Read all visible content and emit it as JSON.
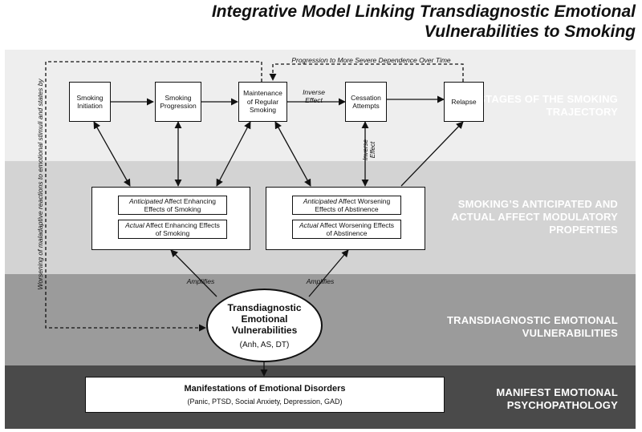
{
  "title": {
    "line1": "Integrative Model Linking Transdiagnostic Emotional",
    "line2": "Vulnerabilities to Smoking"
  },
  "bands": [
    {
      "label1": "STAGES OF THE SMOKING",
      "label2": "TRAJECTORY",
      "color": "#eeeeee",
      "text_color": "#ffffff"
    },
    {
      "label1": "SMOKING’S ANTICIPATED AND",
      "label2": "ACTUAL AFFECT MODULATORY",
      "label3": "PROPERTIES",
      "color": "#d3d3d3",
      "text_color": "#ffffff"
    },
    {
      "label1": "TRANSDIAGNOSTIC EMOTIONAL",
      "label2": "VULNERABILITIES",
      "color": "#9b9b9b",
      "text_color": "#ffffff"
    },
    {
      "label1": "MANIFEST EMOTIONAL",
      "label2": "PSYCHOPATHOLOGY",
      "color": "#4a4a4a",
      "text_color": "#ffffff"
    }
  ],
  "stages": [
    {
      "line1": "Smoking",
      "line2": "Initiation"
    },
    {
      "line1": "Smoking",
      "line2": "Progression"
    },
    {
      "line1": "Maintenance",
      "line2": "of Regular",
      "line3": "Smoking"
    },
    {
      "line1": "Cessation",
      "line2": "Attempts"
    },
    {
      "line1": "Relapse"
    }
  ],
  "labels": {
    "progression": "Progression to More Severe Dependence Over Time",
    "inverse_effect_1": "Inverse",
    "inverse_effect_2": "Effect",
    "inverse_vertical_1": "Inverse",
    "inverse_vertical_2": "Effect",
    "worsening": "Worsening of maladaptive reactions to emotional stimuli and states by",
    "amplifies_left": "Amplifies",
    "amplifies_right": "Amplifies"
  },
  "affect_left": {
    "top_it": "Anticipated",
    "top_rest1": " Affect Enhancing",
    "top_line2": "Effects of Smoking",
    "bottom_it": "Actual",
    "bottom_rest1": " Affect Enhancing Effects",
    "bottom_line2": "of Smoking"
  },
  "affect_right": {
    "top_it": "Anticipated",
    "top_rest1": " Affect Worsening",
    "top_line2": "Effects of Abstinence",
    "bottom_it": "Actual",
    "bottom_rest1": " Affect Worsening Effects",
    "bottom_line2": "of Abstinence"
  },
  "vulnerabilities": {
    "line1": "Transdiagnostic",
    "line2": "Emotional",
    "line3": "Vulnerabilities",
    "sub": "(Anh, AS, DT)"
  },
  "disorders": {
    "title": "Manifestations of Emotional Disorders",
    "sub": "(Panic, PTSD, Social Anxiety, Depression, GAD)"
  }
}
